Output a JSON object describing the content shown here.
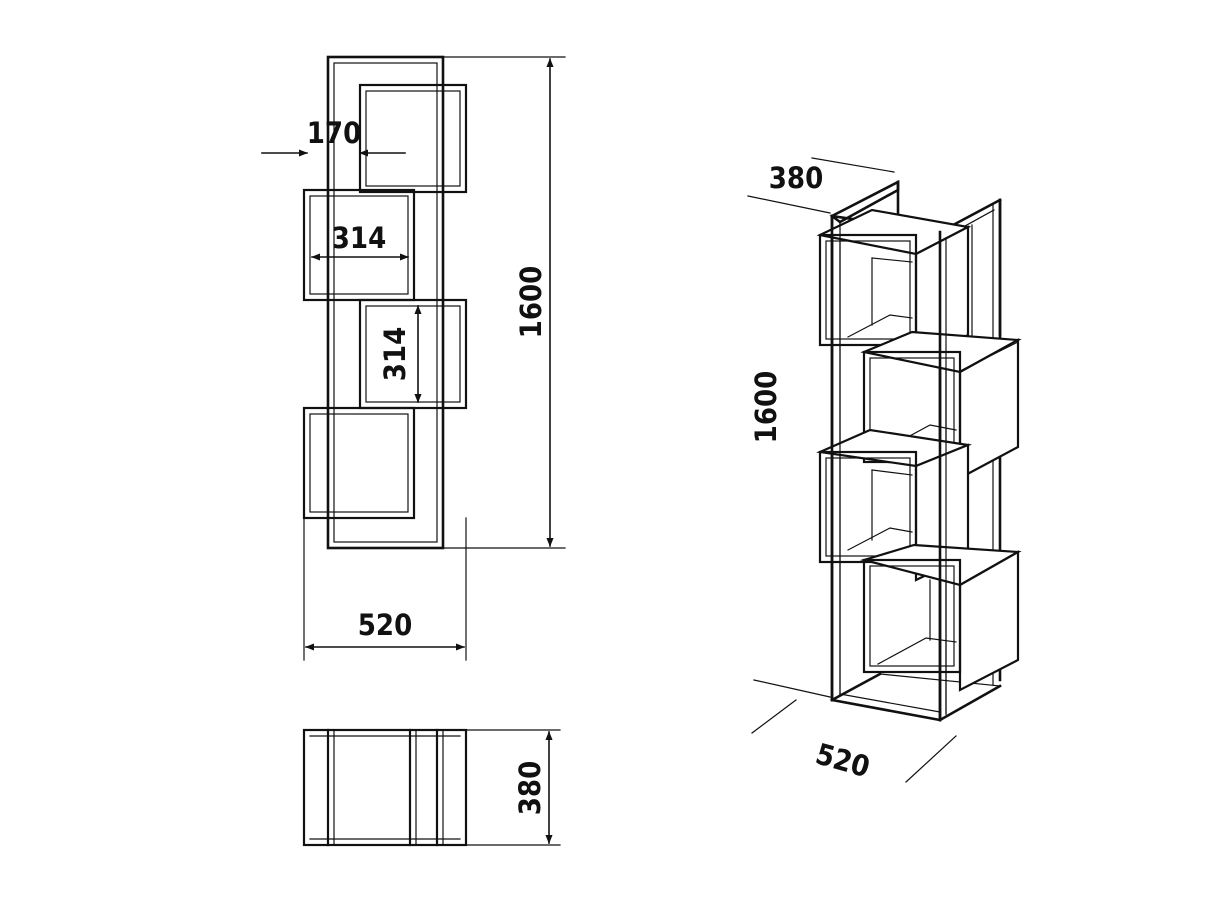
{
  "labels": {
    "front_depth": "170",
    "front_inner_width": "314",
    "front_inner_height": "314",
    "front_total_height": "1600",
    "front_total_width": "520",
    "top_depth": "380",
    "iso_depth": "380",
    "iso_height": "1600",
    "iso_width": "520"
  }
}
